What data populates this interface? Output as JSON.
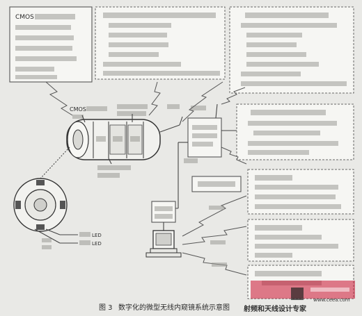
{
  "labels": {
    "cmos_top": "CMOS",
    "cmos_capsule": "CMOS",
    "led_white": "LED",
    "led_ir": "LED",
    "caption_fig": "图 3",
    "caption_text": "数字化的微型无线内窥镜系统示意图"
  },
  "watermark": {
    "cn": "射频和天线设计专家",
    "url": "www.ceea.com"
  },
  "colors": {
    "background": "#e9e9e6",
    "ink": "#2a2a2a",
    "box_fill": "#f6f6f3",
    "watermark_red": "#c8102e"
  },
  "icons": {
    "capsule": "capsule-endoscope",
    "receiver": "receiver-box",
    "computer": "desktop-computer",
    "lens_front": "lens-front-view"
  }
}
